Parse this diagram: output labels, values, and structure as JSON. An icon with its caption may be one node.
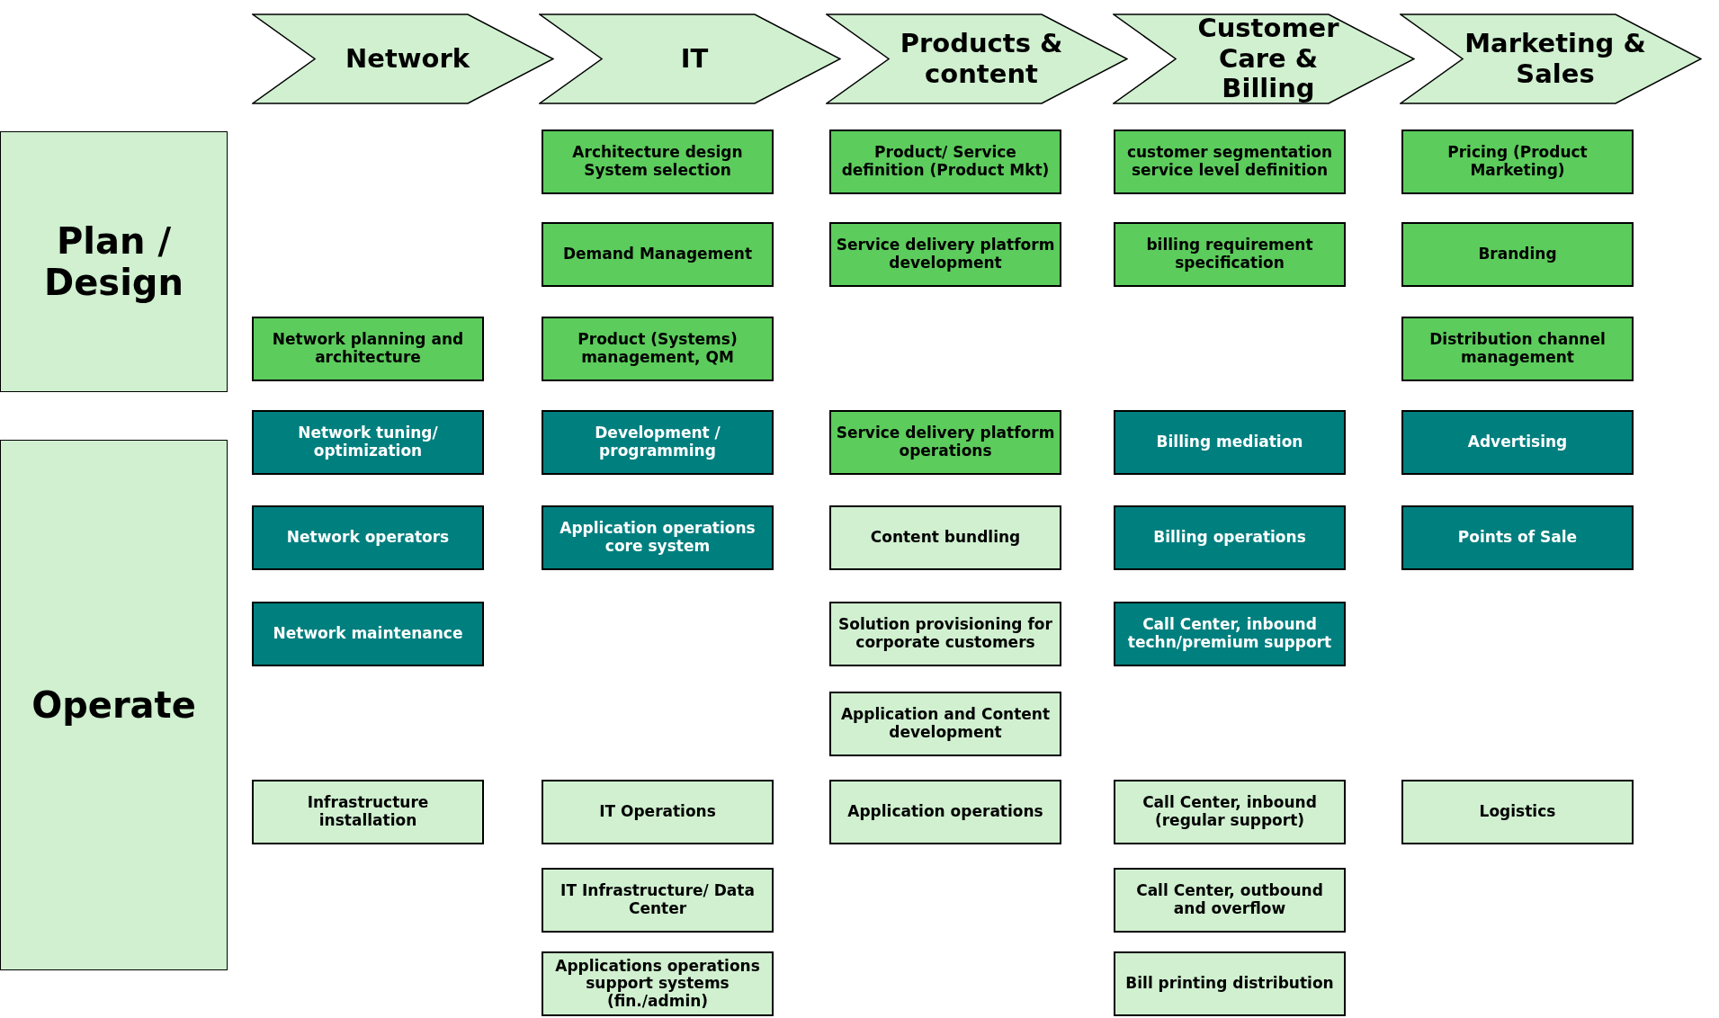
{
  "diagram": {
    "nodes": [
      {
        "text": [
          "Network"
        ]
      },
      {
        "text": [
          "IT"
        ]
      },
      {
        "text": [
          "Products & content"
        ]
      },
      {
        "text": [
          "Customer Care & Billing"
        ]
      },
      {
        "text": [
          "Marketing & Sales"
        ]
      },
      {
        "text": [
          "Plan / Design"
        ]
      },
      {
        "text": [
          "Operate"
        ]
      },
      {
        "text": [
          "Architecture design System selection"
        ]
      },
      {
        "text": [
          "Product/ Service definition (Product Mkt)"
        ]
      },
      {
        "text": [
          "customer segmentation service level definition"
        ]
      },
      {
        "text": [
          "Pricing (Product Marketing)"
        ]
      },
      {
        "text": [
          "Demand Management"
        ]
      },
      {
        "text": [
          "Service delivery platform development"
        ]
      },
      {
        "text": [
          "billing requirement specification"
        ]
      },
      {
        "text": [
          "Branding"
        ]
      },
      {
        "text": [
          "Network planning and architecture"
        ]
      },
      {
        "text": [
          "Product (Systems) management, QM"
        ]
      },
      {
        "text": [
          "Distribution channel management"
        ]
      },
      {
        "text": [
          "Network tuning/ optimization"
        ]
      },
      {
        "text": [
          "Development / programming"
        ]
      },
      {
        "text": [
          "Service delivery platform operations"
        ]
      },
      {
        "text": [
          "Billing mediation"
        ]
      },
      {
        "text": [
          "Advertising"
        ]
      },
      {
        "text": [
          "Network operators"
        ]
      },
      {
        "text": [
          "Application operations core system"
        ]
      },
      {
        "text": [
          "Content bundling"
        ]
      },
      {
        "text": [
          "Billing operations"
        ]
      },
      {
        "text": [
          "Points of Sale"
        ]
      },
      {
        "text": [
          "Network maintenance"
        ]
      },
      {
        "text": [
          "Solution provisioning for corporate customers"
        ]
      },
      {
        "text": [
          "Call Center, inbound techn/premium support"
        ]
      },
      {
        "text": [
          "Application and Content development"
        ]
      },
      {
        "text": [
          "Infrastructure installation"
        ]
      },
      {
        "text": [
          "IT Operations"
        ]
      },
      {
        "text": [
          "Application operations"
        ]
      },
      {
        "text": [
          "Call Center, inbound (regular support)"
        ]
      },
      {
        "text": [
          "Logistics"
        ]
      },
      {
        "text": [
          "IT Infrastructure/ Data Center"
        ]
      },
      {
        "text": [
          "Call Center, outbound and overflow"
        ]
      },
      {
        "text": [
          "Applications operations support systems (fin./admin)"
        ]
      },
      {
        "text": [
          "Bill printing distribution"
        ]
      }
    ]
  }
}
